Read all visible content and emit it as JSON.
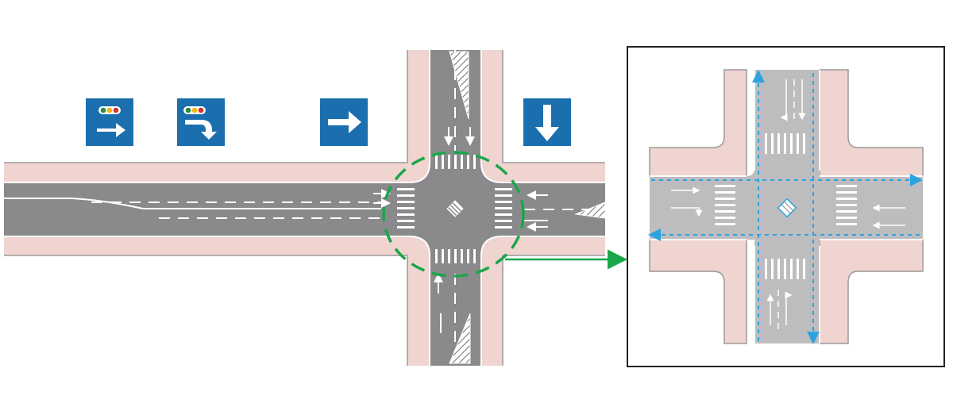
{
  "colors": {
    "background": "#ffffff",
    "sidewalk": "#f0d4d0",
    "sidewalk_edge": "#9a9a9a",
    "asphalt": "#8a8a8c",
    "asphalt_light": "#bdbdbf",
    "marking": "#ffffff",
    "sign_blue": "#1b6fae",
    "highlight_green": "#1aa64a",
    "flow_blue": "#2aa3e0",
    "inset_border": "#222222"
  },
  "signs": [
    {
      "icon": "traffic-light-straight-arrow-icon",
      "light": true
    },
    {
      "icon": "traffic-light-turn-arrow-icon",
      "light": true
    },
    {
      "icon": "right-arrow-icon",
      "light": false
    },
    {
      "icon": "down-arrow-icon",
      "light": false
    }
  ],
  "intersection": {
    "center_symbol": "diamond-crosshatch-icon",
    "highlight_style": "dashed-circle",
    "connector_style": "arrow"
  },
  "inset": {
    "flow_style": "dashed-arrows",
    "flow_directions": [
      "eastbound",
      "westbound",
      "northbound",
      "southbound"
    ]
  }
}
